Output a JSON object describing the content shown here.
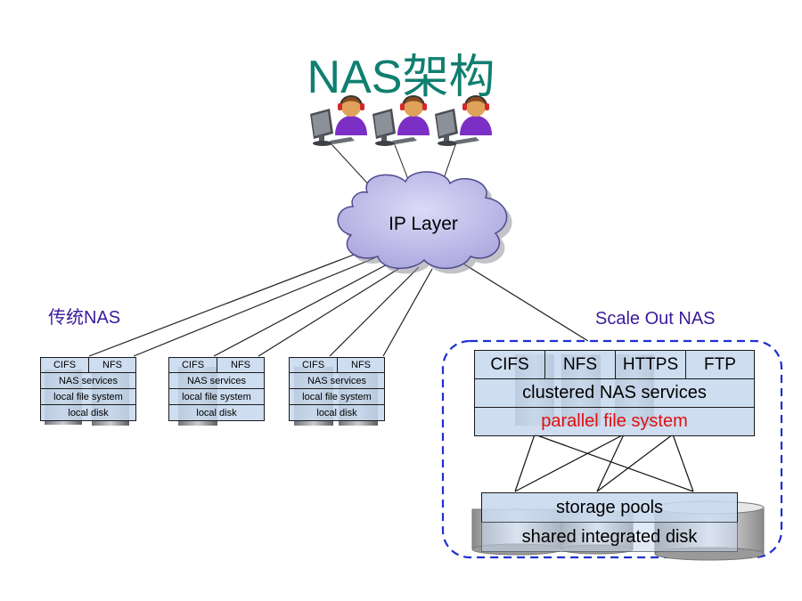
{
  "title": "NAS架构",
  "ip_layer": "IP Layer",
  "traditional": {
    "label": "传统NAS",
    "nodes": [
      {
        "protocols": [
          "CIFS",
          "NFS"
        ],
        "layers": [
          "NAS services",
          "local file system",
          "local disk"
        ]
      },
      {
        "protocols": [
          "CIFS",
          "NFS"
        ],
        "layers": [
          "NAS services",
          "local file system",
          "local disk"
        ]
      },
      {
        "protocols": [
          "CIFS",
          "NFS"
        ],
        "layers": [
          "NAS services",
          "local file system",
          "local disk"
        ]
      }
    ]
  },
  "scaleout": {
    "label": "Scale Out NAS",
    "protocols": [
      "CIFS",
      "NFS",
      "HTTPS",
      "FTP"
    ],
    "services": "clustered NAS services",
    "filesystem": "parallel file system",
    "storage_pools": "storage pools",
    "shared_disk": "shared integrated disk"
  },
  "colors": {
    "title": "#0f7f6f",
    "label": "#3a1a9a",
    "box_fill": "#c7d8ee",
    "cloud_fill": "#c5c3ec",
    "dash_border": "#1f2fd0",
    "parallel_fs": "#e01010"
  },
  "icons": [
    "user-at-computer-icon",
    "user-at-computer-icon",
    "user-at-computer-icon"
  ]
}
